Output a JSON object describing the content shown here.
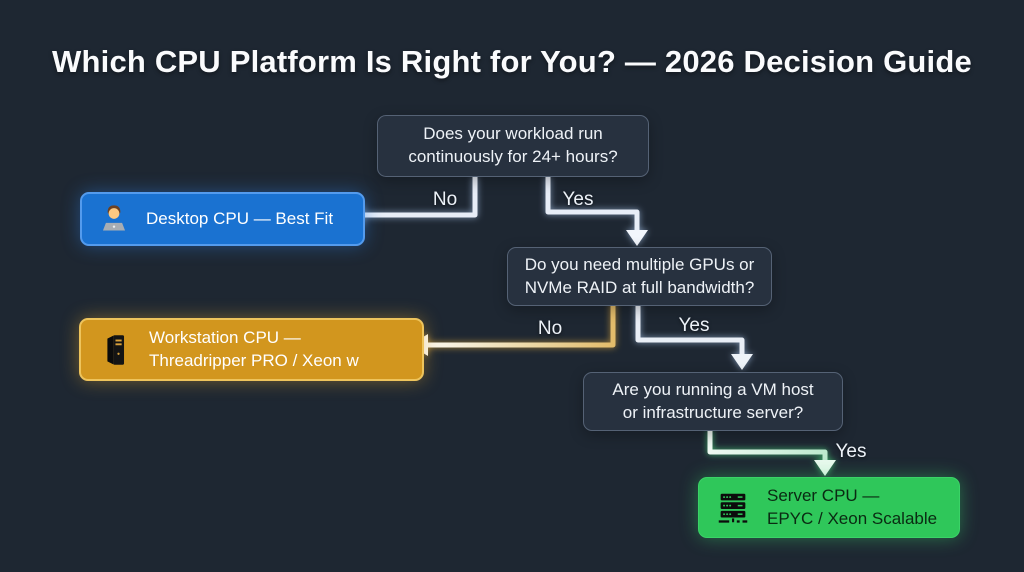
{
  "title": "Which CPU Platform Is Right for You? — 2026 Decision Guide",
  "colors": {
    "background": "#1e2732",
    "question_fill": "#27313f",
    "question_border": "#556275",
    "desktop_blue": "#1a72d1",
    "workstation_gold": "#d2961e",
    "server_green": "#2fc75a",
    "line_silver": "#e7edf7",
    "line_gold": "#e3bc6b",
    "line_green": "#b9e8cb"
  },
  "flow": {
    "q1": {
      "line1": "Does your workload run",
      "line2": "continuously for 24+ hours?"
    },
    "q2": {
      "line1": "Do you need multiple GPUs or",
      "line2": "NVMe RAID at full bandwidth?"
    },
    "q3": {
      "line1": "Are you running a VM host",
      "line2": "or infrastructure server?"
    },
    "desktop": {
      "icon": "man-technologist-icon",
      "label": "Desktop CPU — Best Fit"
    },
    "workstation": {
      "icon": "tower-pc-icon",
      "label_line1": "Workstation CPU —",
      "label_line2": "Threadripper PRO / Xeon w"
    },
    "server": {
      "icon": "server-rack-icon",
      "label_line1": "Server CPU —",
      "label_line2": "EPYC / Xeon Scalable"
    },
    "edges": {
      "q1_no": {
        "label": "No",
        "from": "q1",
        "to": "desktop"
      },
      "q1_yes": {
        "label": "Yes",
        "from": "q1",
        "to": "q2"
      },
      "q2_no": {
        "label": "No",
        "from": "q2",
        "to": "workstation"
      },
      "q2_yes": {
        "label": "Yes",
        "from": "q2",
        "to": "q3"
      },
      "q3_yes": {
        "label": "Yes",
        "from": "q3",
        "to": "server"
      }
    }
  }
}
